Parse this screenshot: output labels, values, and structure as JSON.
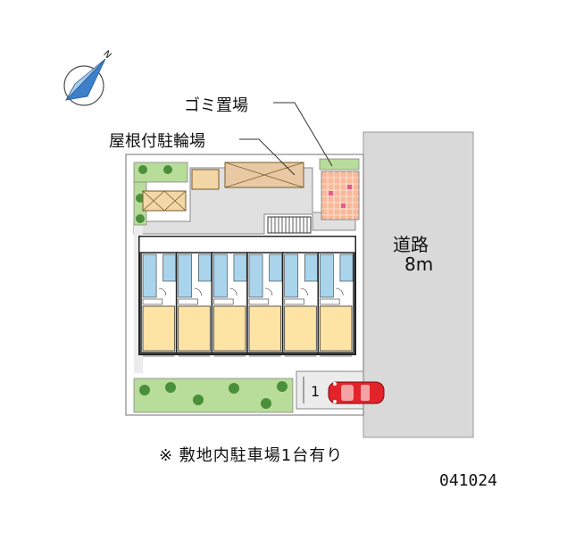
{
  "labels": {
    "garbage": "ゴミ置場",
    "bike_parking": "屋根付駐輪場",
    "road_name": "道路",
    "road_width": "8m",
    "parking_note": "※ 敷地内駐車場1台有り",
    "code": "041024",
    "parking_space_number": "1",
    "compass_letter": "N"
  },
  "colors": {
    "road": "#d9d9d9",
    "paving": "#e0e0e0",
    "green": "#b8dc9a",
    "room": "#fde3a4",
    "bath": "#a9d4ec",
    "car": "#e3232a",
    "garbage_tile": "#f8b99a",
    "garbage_tile_accent": "#e75a8d"
  },
  "units": {
    "count": 6
  }
}
